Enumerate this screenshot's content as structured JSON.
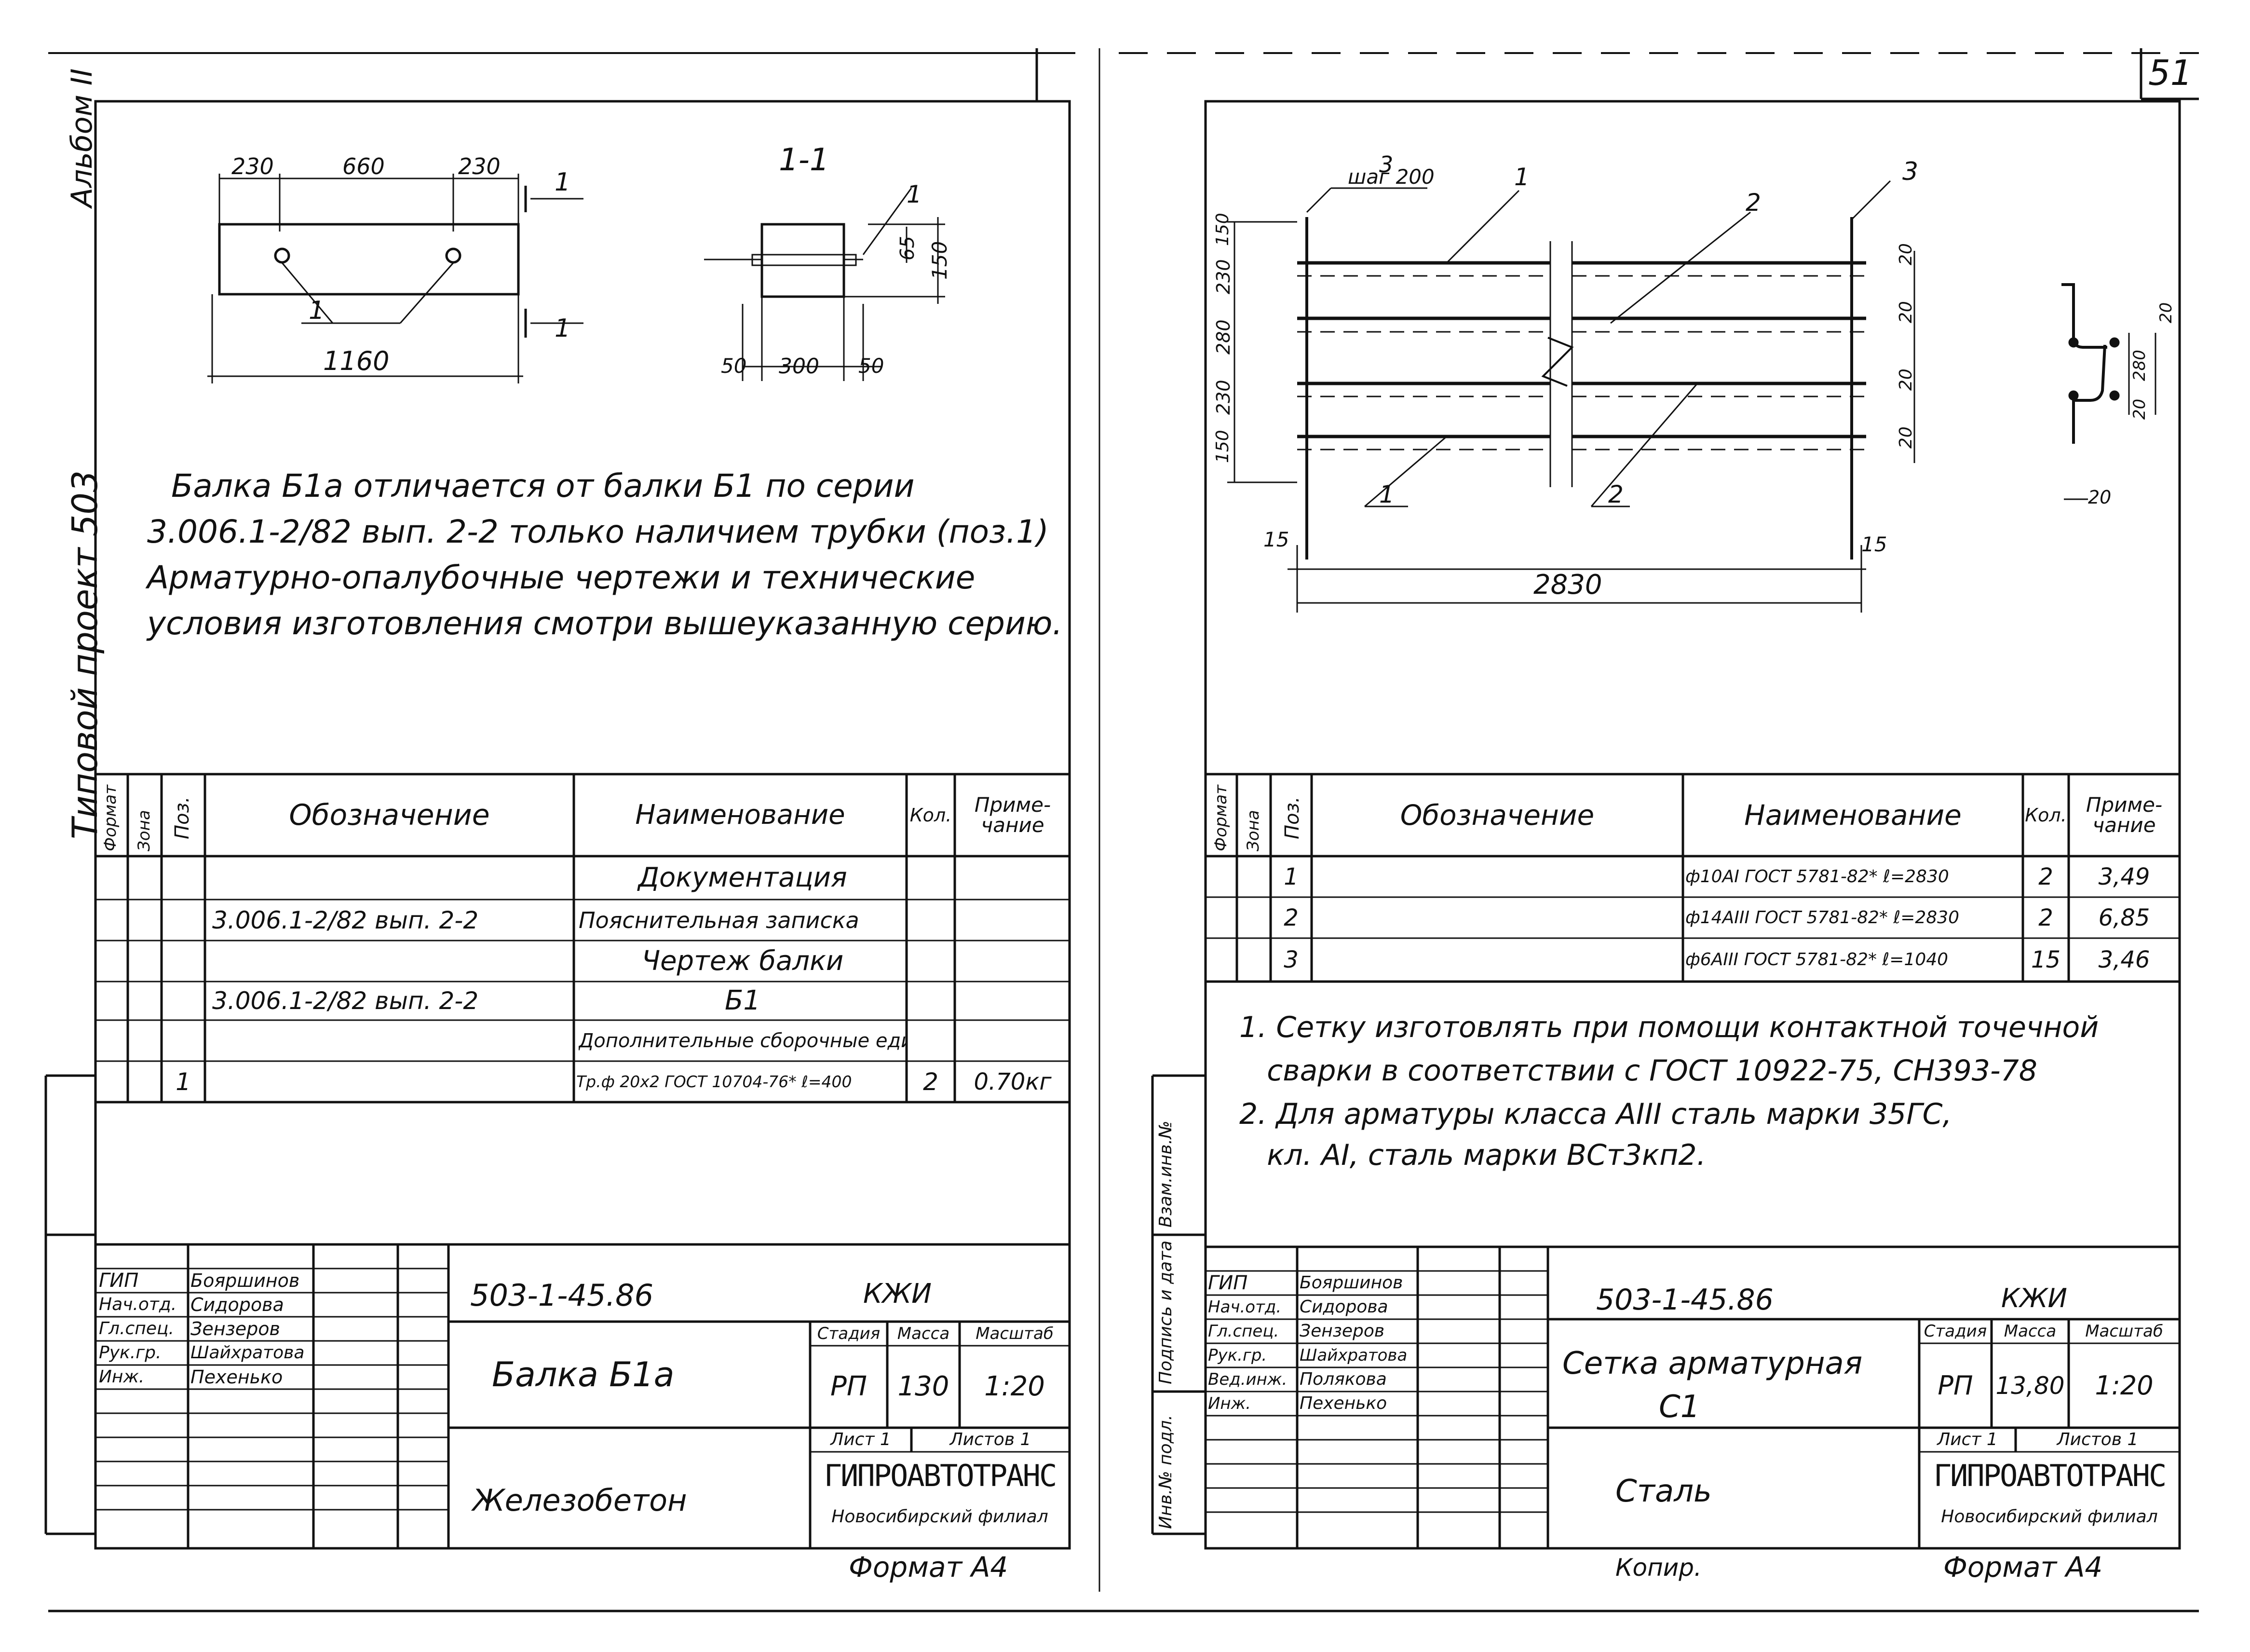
{
  "page_number": "51",
  "left_sheet": {
    "side_top": "Альбом II",
    "side_project": "Типовой проект 503",
    "section_label": "1-1",
    "dims_plan": {
      "a": "230",
      "b": "660",
      "c": "230",
      "total": "1160",
      "pos": "1",
      "cut": "1"
    },
    "dims_section": {
      "h1": "65",
      "h2": "150",
      "w1": "50",
      "w2": "300",
      "w3": "50",
      "pos": "1"
    },
    "note_lines": [
      "Балка Б1а отличается от балки Б1 по серии",
      "3.006.1-2/82 вып. 2-2 только наличием трубки (поз.1)",
      "Арматурно-опалубочные чертежи и технические",
      "условия изготовления смотри вышеуказанную серию."
    ],
    "spec_headers": {
      "format": "Формат",
      "zone": "Зона",
      "pos": "Поз.",
      "designation": "Обозначение",
      "name": "Наименование",
      "qty": "Кол.",
      "note": "Приме-чание"
    },
    "spec_rows": [
      {
        "pos": "",
        "designation": "",
        "name": "Документация",
        "qty": "",
        "note": ""
      },
      {
        "pos": "",
        "designation": "3.006.1-2/82 вып. 2-2",
        "name": "Пояснительная записка",
        "qty": "",
        "note": ""
      },
      {
        "pos": "",
        "designation": "",
        "name": "Чертеж балки",
        "qty": "",
        "note": ""
      },
      {
        "pos": "",
        "designation": "3.006.1-2/82 вып. 2-2",
        "name": "Б1",
        "qty": "",
        "note": ""
      },
      {
        "pos": "",
        "designation": "",
        "name": "Дополнительные сборочные единицы",
        "qty": "",
        "note": ""
      },
      {
        "pos": "1",
        "designation": "",
        "name": "Тр.ф 20х2 ГОСТ 10704-76* ℓ=400",
        "qty": "2",
        "note": "0.70кг"
      }
    ],
    "title_block": {
      "people": [
        {
          "role": "ГИП",
          "name": "Бояршинов"
        },
        {
          "role": "Нач.отд.",
          "name": "Сидорова"
        },
        {
          "role": "Гл.спец.",
          "name": "Зензеров"
        },
        {
          "role": "Рук.гр.",
          "name": "Шайхратова"
        },
        {
          "role": "Инж.",
          "name": "Пехенько"
        }
      ],
      "code": "503-1-45.86",
      "mark": "КЖИ",
      "title": "Балка Б1а",
      "stage_h": "Стадия",
      "mass_h": "Масса",
      "scale_h": "Масштаб",
      "stage": "РП",
      "mass": "130",
      "scale": "1:20",
      "sheet": "Лист 1",
      "sheets": "Листов 1",
      "material": "Железобетон",
      "org": "ГИПРОАВТОТРАНС",
      "org_sub": "Новосибирский филиал",
      "format": "Формат А4"
    }
  },
  "right_sheet": {
    "side_labels": [
      "Инв.№ подл.",
      "Подпись и дата",
      "Взам.инв.№"
    ],
    "dims": {
      "top_pos": "3",
      "step": "шаг 200",
      "p1": "1",
      "p2": "2",
      "p3": "3",
      "left": [
        "150",
        "230",
        "280",
        "230",
        "150"
      ],
      "right": [
        "20",
        "20",
        "20",
        "20"
      ],
      "end1": "15",
      "end2": "15",
      "total": "2830",
      "bot1": "1",
      "bot2": "2"
    },
    "detail": {
      "d1": "20",
      "d2": "280",
      "d3": "20",
      "d4": "20"
    },
    "spec_headers": {
      "format": "Формат",
      "zone": "Зона",
      "pos": "Поз.",
      "designation": "Обозначение",
      "name": "Наименование",
      "qty": "Кол.",
      "note": "Приме-чание"
    },
    "spec_rows": [
      {
        "pos": "1",
        "designation": "",
        "name": "ф10АI ГОСТ 5781-82* ℓ=2830",
        "qty": "2",
        "note": "3,49"
      },
      {
        "pos": "2",
        "designation": "",
        "name": "ф14АIII ГОСТ 5781-82* ℓ=2830",
        "qty": "2",
        "note": "6,85"
      },
      {
        "pos": "3",
        "designation": "",
        "name": "ф6АIII ГОСТ 5781-82* ℓ=1040",
        "qty": "15",
        "note": "3,46"
      }
    ],
    "notes": [
      "1. Сетку изготовлять при помощи контактной точечной",
      "   сварки в соответствии с ГОСТ 10922-75, СН393-78",
      "2. Для арматуры класса АIII сталь марки 35ГС,",
      "   кл. АI, сталь марки ВСт3кп2."
    ],
    "title_block": {
      "people": [
        {
          "role": "ГИП",
          "name": "Бояршинов"
        },
        {
          "role": "Нач.отд.",
          "name": "Сидорова"
        },
        {
          "role": "Гл.спец.",
          "name": "Зензеров"
        },
        {
          "role": "Рук.гр.",
          "name": "Шайхратова"
        },
        {
          "role": "Вед.инж.",
          "name": "Полякова"
        },
        {
          "role": "Инж.",
          "name": "Пехенько"
        }
      ],
      "code": "503-1-45.86",
      "mark": "КЖИ",
      "title1": "Сетка арматурная",
      "title2": "С1",
      "stage_h": "Стадия",
      "mass_h": "Масса",
      "scale_h": "Масштаб",
      "stage": "РП",
      "mass": "13,80",
      "scale": "1:20",
      "sheet": "Лист 1",
      "sheets": "Листов 1",
      "material": "Сталь",
      "org": "ГИПРОАВТОТРАНС",
      "org_sub": "Новосибирский филиал",
      "copy": "Копир.",
      "format": "Формат А4"
    }
  }
}
